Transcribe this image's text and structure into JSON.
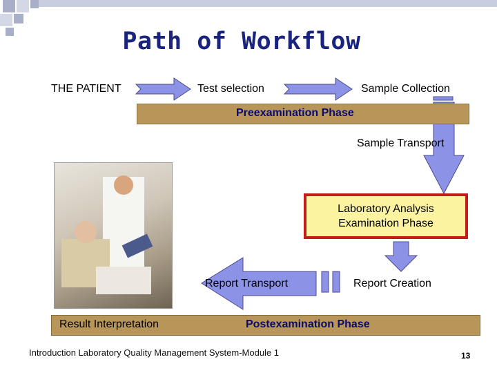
{
  "slide": {
    "title": "Path of Workflow",
    "steps": {
      "patient": "THE PATIENT",
      "test_selection": "Test selection",
      "sample_collection": "Sample Collection",
      "sample_transport": "Sample Transport",
      "lab_analysis_line1": "Laboratory Analysis",
      "lab_analysis_line2": "Examination Phase",
      "report_transport": "Report Transport",
      "report_creation": "Report Creation",
      "result_interpretation": "Result Interpretation"
    },
    "phases": {
      "pre": "Preexamination Phase",
      "post": "Postexamination Phase"
    },
    "footer": "Introduction Laboratory Quality Management System-Module 1",
    "page_number": "13"
  },
  "colors": {
    "title": "#1a237e",
    "phase_band": "#b8965a",
    "arrow_fill": "#8c93e6",
    "lab_box_fill": "#fbf3a0",
    "lab_box_border": "#c41b1b",
    "corner_squares": "#a9afc9"
  }
}
